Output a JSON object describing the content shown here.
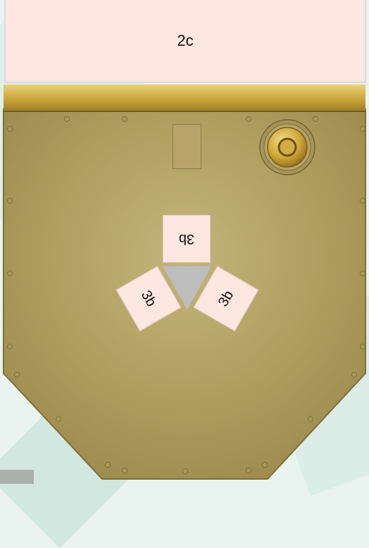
{
  "top_card": {
    "label": "2c"
  },
  "pocket_cards": [
    {
      "label": "3b"
    },
    {
      "label": "3b"
    },
    {
      "label": "3b"
    }
  ],
  "colors": {
    "card_fill": "#fde7e0",
    "pocket_fill": "#b3a261",
    "pocket_rim": "#c9a53a",
    "center_triangle": "#bdbdbd",
    "background": "#e9f3ef"
  },
  "icons": {
    "button": "round-brass-button-icon",
    "handle": "handle-icon"
  }
}
